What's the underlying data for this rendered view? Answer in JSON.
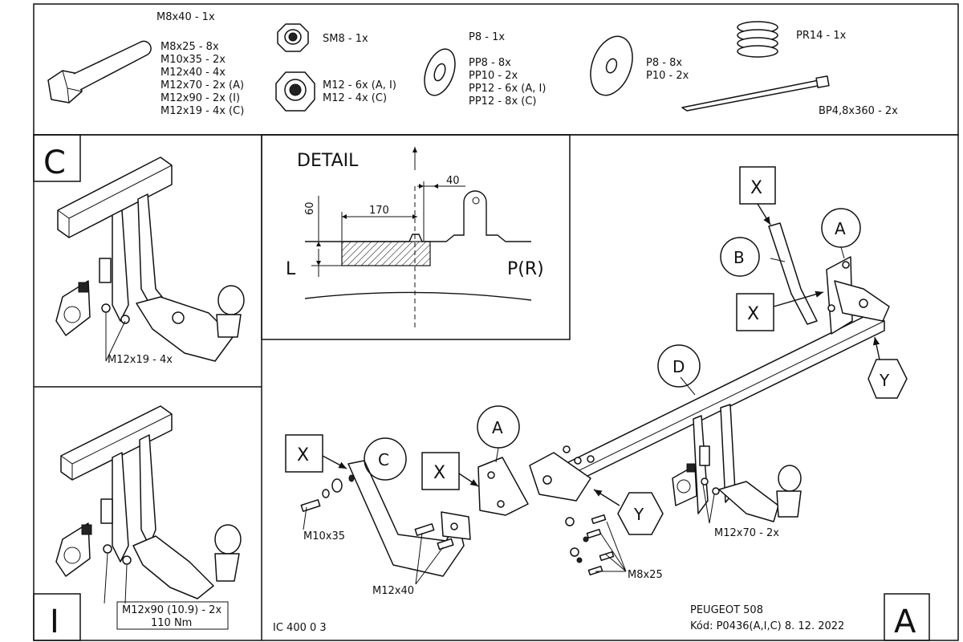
{
  "hardware": {
    "bolt_list": [
      "M8x40 - 1x",
      "M8x25 - 8x",
      "M10x35 - 2x",
      "M12x40 - 4x",
      "M12x70 - 2x (A)",
      "M12x90 - 2x (I)",
      "M12x19 - 4x (C)"
    ],
    "nut_small": "SM8 - 1x",
    "nut_large": [
      "M12 - 6x (A, I)",
      "M12 - 4x (C)"
    ],
    "washer_small_top": "P8 - 1x",
    "washer_small_list": [
      "PP8 - 8x",
      "PP10 - 2x",
      "PP12 - 6x (A, I)",
      "PP12 - 8x (C)"
    ],
    "washer_large": [
      "P8 - 8x",
      "P10 - 2x"
    ],
    "spring": "PR14 - 1x",
    "cable_tie": "BP4,8x360 - 2x"
  },
  "detail": {
    "title": "DETAIL",
    "dim_40": "40",
    "dim_170": "170",
    "dim_60": "60",
    "label_l": "L",
    "label_pr": "P(R)"
  },
  "panel_c": {
    "letter": "C",
    "bolt_label": "M12x19 - 4x"
  },
  "panel_i": {
    "letter": "I",
    "bolt_label": "M12x90 (10.9) - 2x",
    "torque": "110 Nm"
  },
  "main": {
    "tag_x": "X",
    "tag_y": "Y",
    "tag_a": "A",
    "tag_b": "B",
    "tag_c": "C",
    "tag_d": "D",
    "bolt_m10x35": "M10x35",
    "bolt_m12x40": "M12x40",
    "bolt_m8x25": "M8x25",
    "bolt_m12x70": "M12x70 - 2x",
    "code": "IC 400 0 3",
    "model": "PEUGEOT 508",
    "part_code": "Kód: P0436(A,I,C)   8. 12. 2022",
    "corner_letter": "A"
  }
}
